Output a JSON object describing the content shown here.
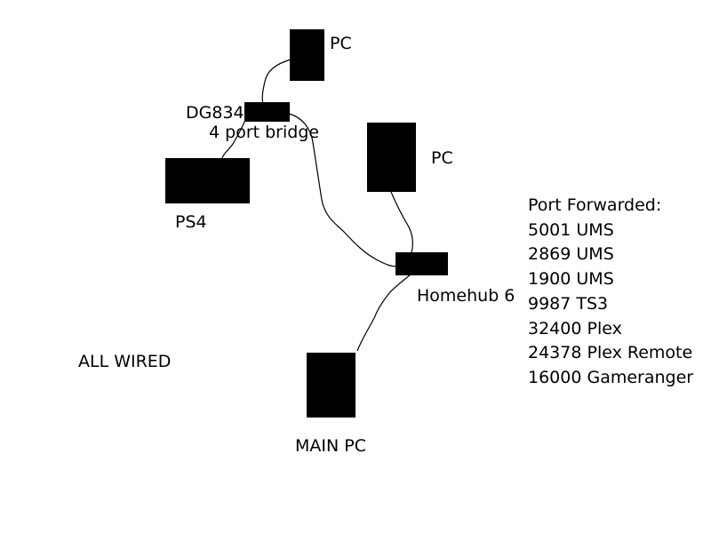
{
  "diagram": {
    "labels": {
      "pc_top": "PC",
      "router_name": "DG834",
      "router_desc": "4 port bridge",
      "ps4": "PS4",
      "pc_right": "PC",
      "homehub": "Homehub 6",
      "main_pc": "MAIN PC",
      "all_wired": "ALL WIRED"
    },
    "port_forwarded": {
      "title": "Port Forwarded:",
      "entries": [
        "5001 UMS",
        "2869 UMS",
        "1900 UMS",
        "9987 TS3",
        "32400 Plex",
        "24378 Plex Remote",
        "16000 Gameranger"
      ]
    },
    "colors": {
      "node": "#000000",
      "wire": "#000000",
      "background": "#ffffff"
    }
  }
}
